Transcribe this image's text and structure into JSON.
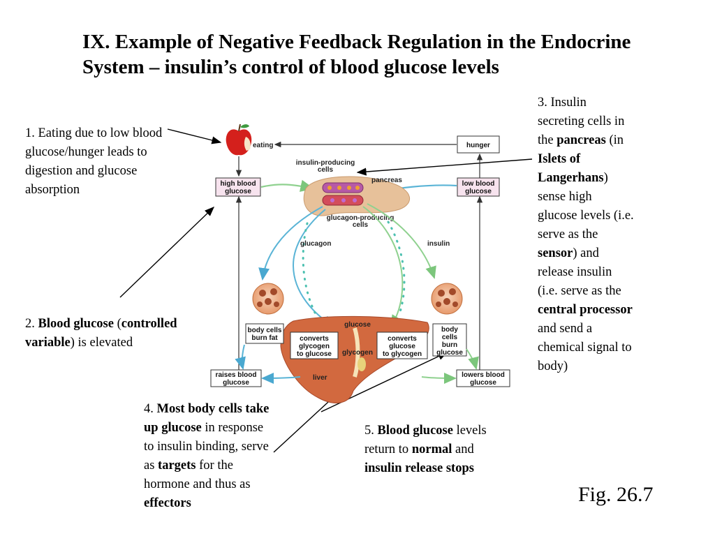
{
  "slide": {
    "title": "IX. Example of Negative Feedback Regulation in the Endocrine System – insulin’s control of blood glucose levels",
    "fig_label": "Fig. 26.7"
  },
  "notes": {
    "note1": {
      "text": "1. Eating due to low blood glucose/hunger leads to digestion and glucose absorption"
    },
    "note2": {
      "prefix": "2. ",
      "b1": "Blood glucose",
      "mid1": " (",
      "b2": "controlled variable",
      "mid2": ") is elevated"
    },
    "note3": {
      "t1": "3. Insulin secreting cells in the ",
      "b1": "pancreas",
      "t2": " (in ",
      "b2": "Islets of Langerhans",
      "t3": ") sense high glucose levels (i.e. serve as the ",
      "b3": "sensor",
      "t4": ") and release insulin (i.e. serve as the ",
      "b4": "central processor",
      "t5": " and send a chemical signal to body)"
    },
    "note4": {
      "t1": "4. ",
      "b1": "Most body cells take up glucose",
      "t2": " in response to insulin binding, serve as ",
      "b2": "targets",
      "t3": " for the hormone and thus as ",
      "b3": "effectors"
    },
    "note5": {
      "t1": "5. ",
      "b1": "Blood glucose",
      "t2": " levels return to ",
      "b2": "normal",
      "t3": " and ",
      "b3": "insulin release stops"
    }
  },
  "diagram": {
    "eating": "eating",
    "hunger": "hunger",
    "high_blood_glucose": [
      "high blood",
      "glucose"
    ],
    "low_blood_glucose": [
      "low blood",
      "glucose"
    ],
    "insulin_producing_cells": [
      "insulin-producing",
      "cells"
    ],
    "pancreas": "pancreas",
    "glucagon_producing_cells": [
      "glucagon-producing",
      "cells"
    ],
    "glucagon": "glucagon",
    "insulin": "insulin",
    "body_cells_burn_fat": [
      "body cells",
      "burn fat"
    ],
    "converts_glycogen_to_glucose": [
      "converts",
      "glycogen",
      "to glucose"
    ],
    "glucose": "glucose",
    "glycogen": "glycogen",
    "converts_glucose_to_glycogen": [
      "converts",
      "glucose",
      "to glycogen"
    ],
    "body_cells_burn_glucose": [
      "body",
      "cells",
      "burn",
      "glucose"
    ],
    "liver": "liver",
    "raises_blood_glucose": [
      "raises blood",
      "glucose"
    ],
    "lowers_blood_glucose": [
      "lowers blood",
      "glucose"
    ]
  },
  "colors": {
    "green_arrow": "#8fd18f",
    "blue_arrow": "#5ab4d6",
    "teal_dots": "#4cc0b0",
    "liver": "#d2693f",
    "pancreas": "#e7c19a",
    "box_pink": "#f7e3ee"
  }
}
